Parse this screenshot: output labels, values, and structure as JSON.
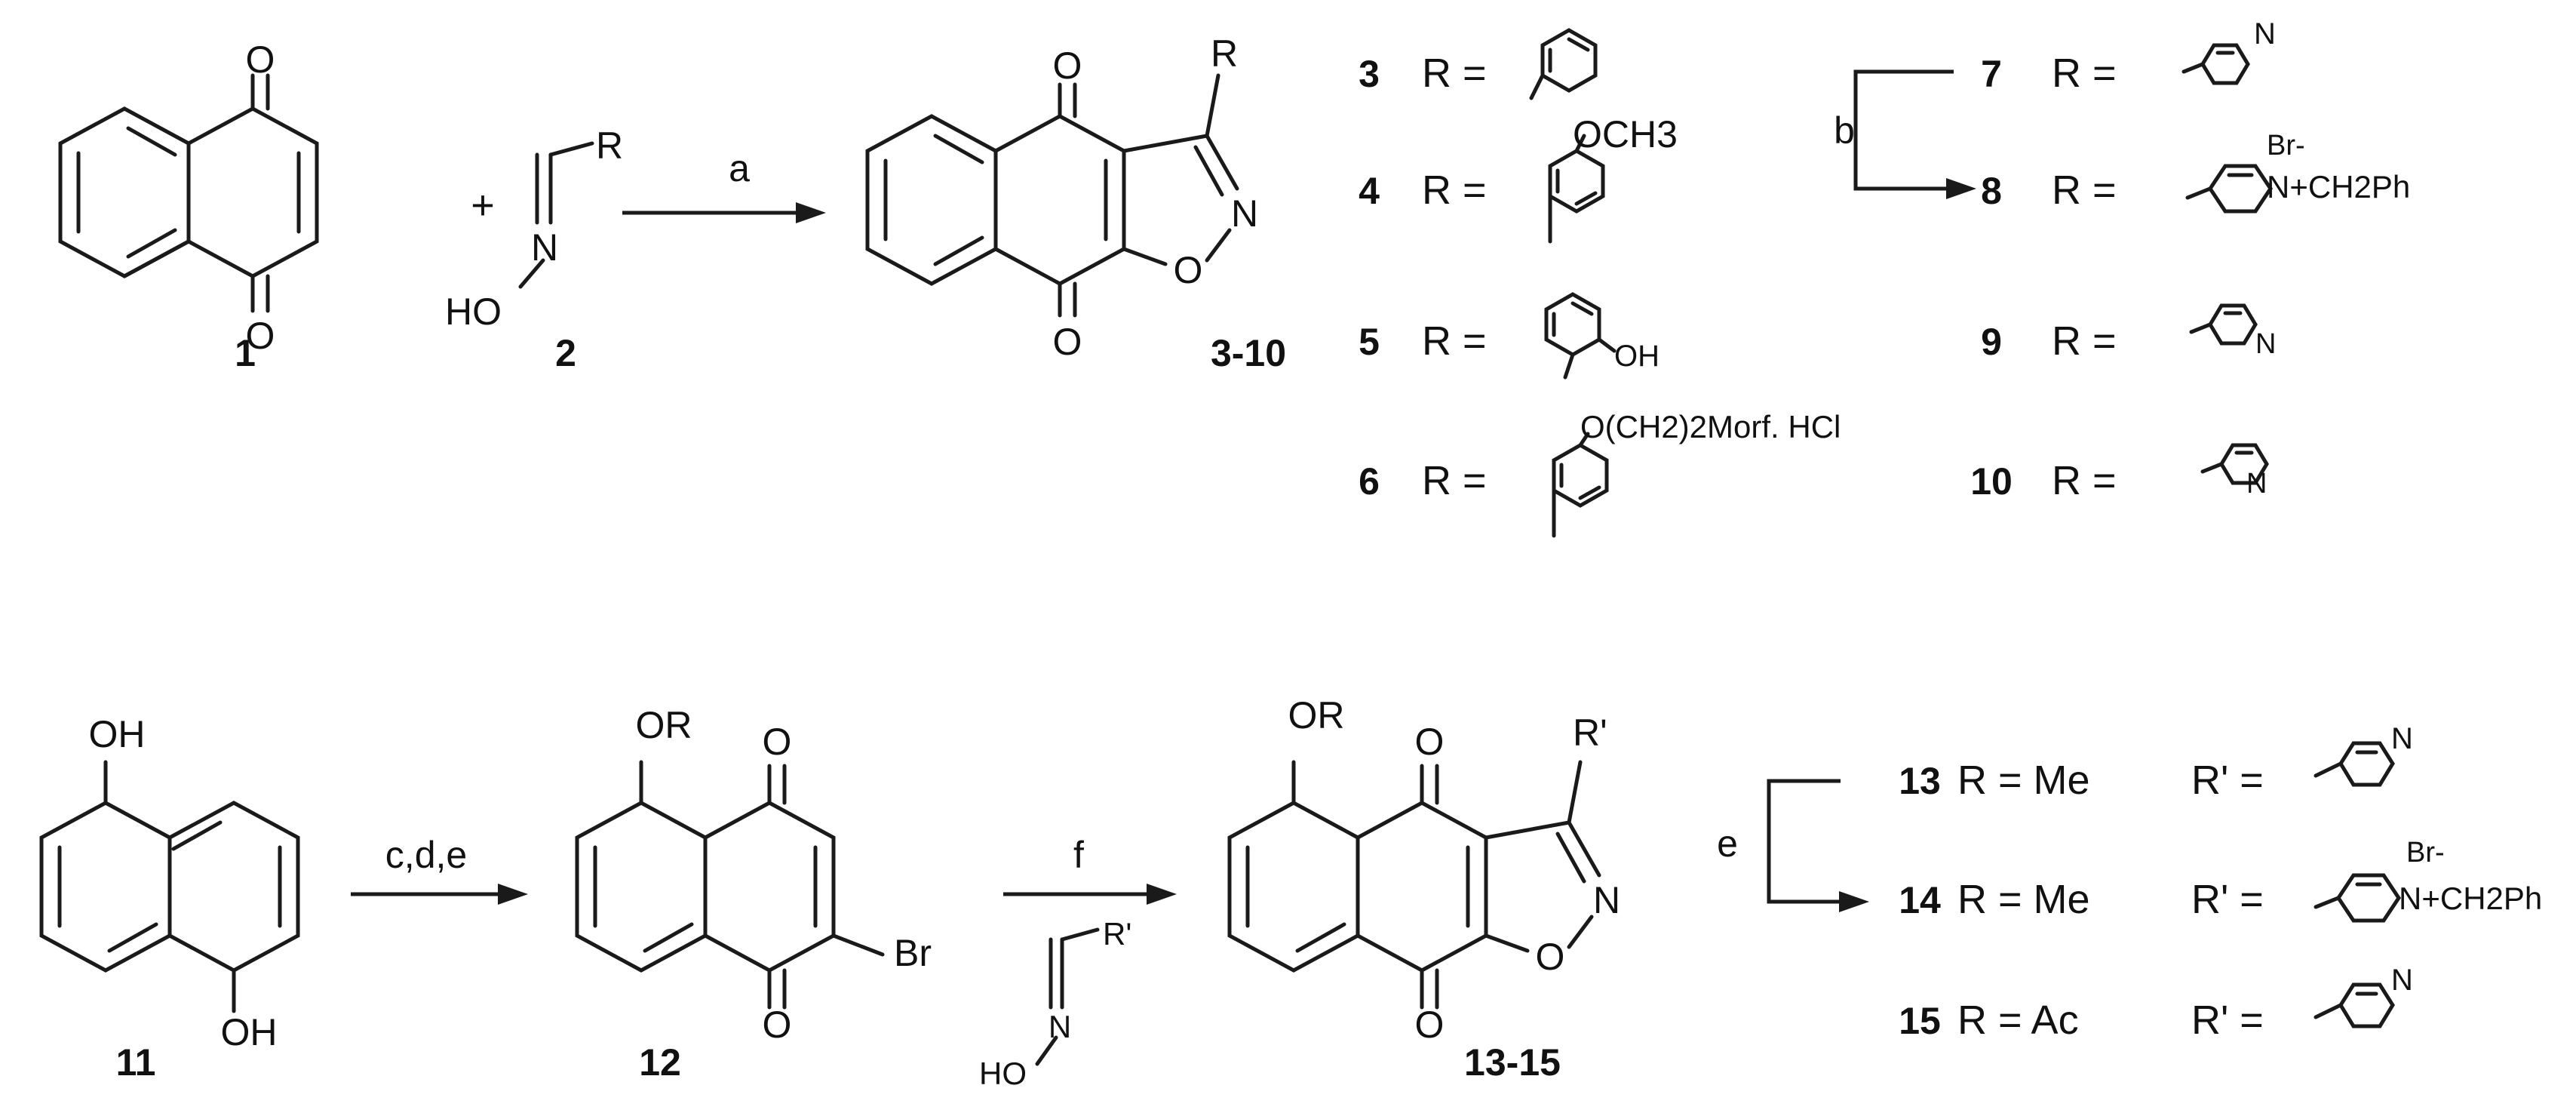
{
  "scheme1": {
    "compound_labels": {
      "c1": "1",
      "c2": "2",
      "c3_10": "3-10"
    },
    "atoms": {
      "o": "O",
      "n": "N",
      "r": "R",
      "ho": "HO"
    },
    "plus": "+",
    "condition_a": "a",
    "condition_b": "b",
    "r_equals": "R =",
    "substituents": [
      {
        "label": "3"
      },
      {
        "label": "4",
        "group": "OCH3"
      },
      {
        "label": "5",
        "group": "OH"
      },
      {
        "label": "6",
        "group": "O(CH2)2Morf. HCl"
      },
      {
        "label": "7",
        "ring_atom": "N"
      },
      {
        "label": "8",
        "counterion": "Br-",
        "group": "N+CH2Ph"
      },
      {
        "label": "9",
        "ring_atom": "N"
      },
      {
        "label": "10",
        "ring_atom": "N"
      }
    ]
  },
  "scheme2": {
    "compound_labels": {
      "c11": "11",
      "c12": "12",
      "c13_15": "13-15"
    },
    "atoms": {
      "oh": "OH",
      "or": "OR",
      "o": "O",
      "br": "Br",
      "n": "N",
      "rp": "R'",
      "ho": "HO"
    },
    "condition_cde": "c,d,e",
    "condition_f": "f",
    "condition_e": "e",
    "products": [
      {
        "label": "13",
        "r": "R = Me",
        "rp": "R' =",
        "ring_atom": "N"
      },
      {
        "label": "14",
        "r": "R = Me",
        "rp": "R' =",
        "counterion": "Br-",
        "group": "N+CH2Ph"
      },
      {
        "label": "15",
        "r": "R = Ac",
        "rp": "R' =",
        "ring_atom": "N"
      }
    ]
  },
  "colors": {
    "ink": "#1a1a1a",
    "background": "#ffffff"
  }
}
